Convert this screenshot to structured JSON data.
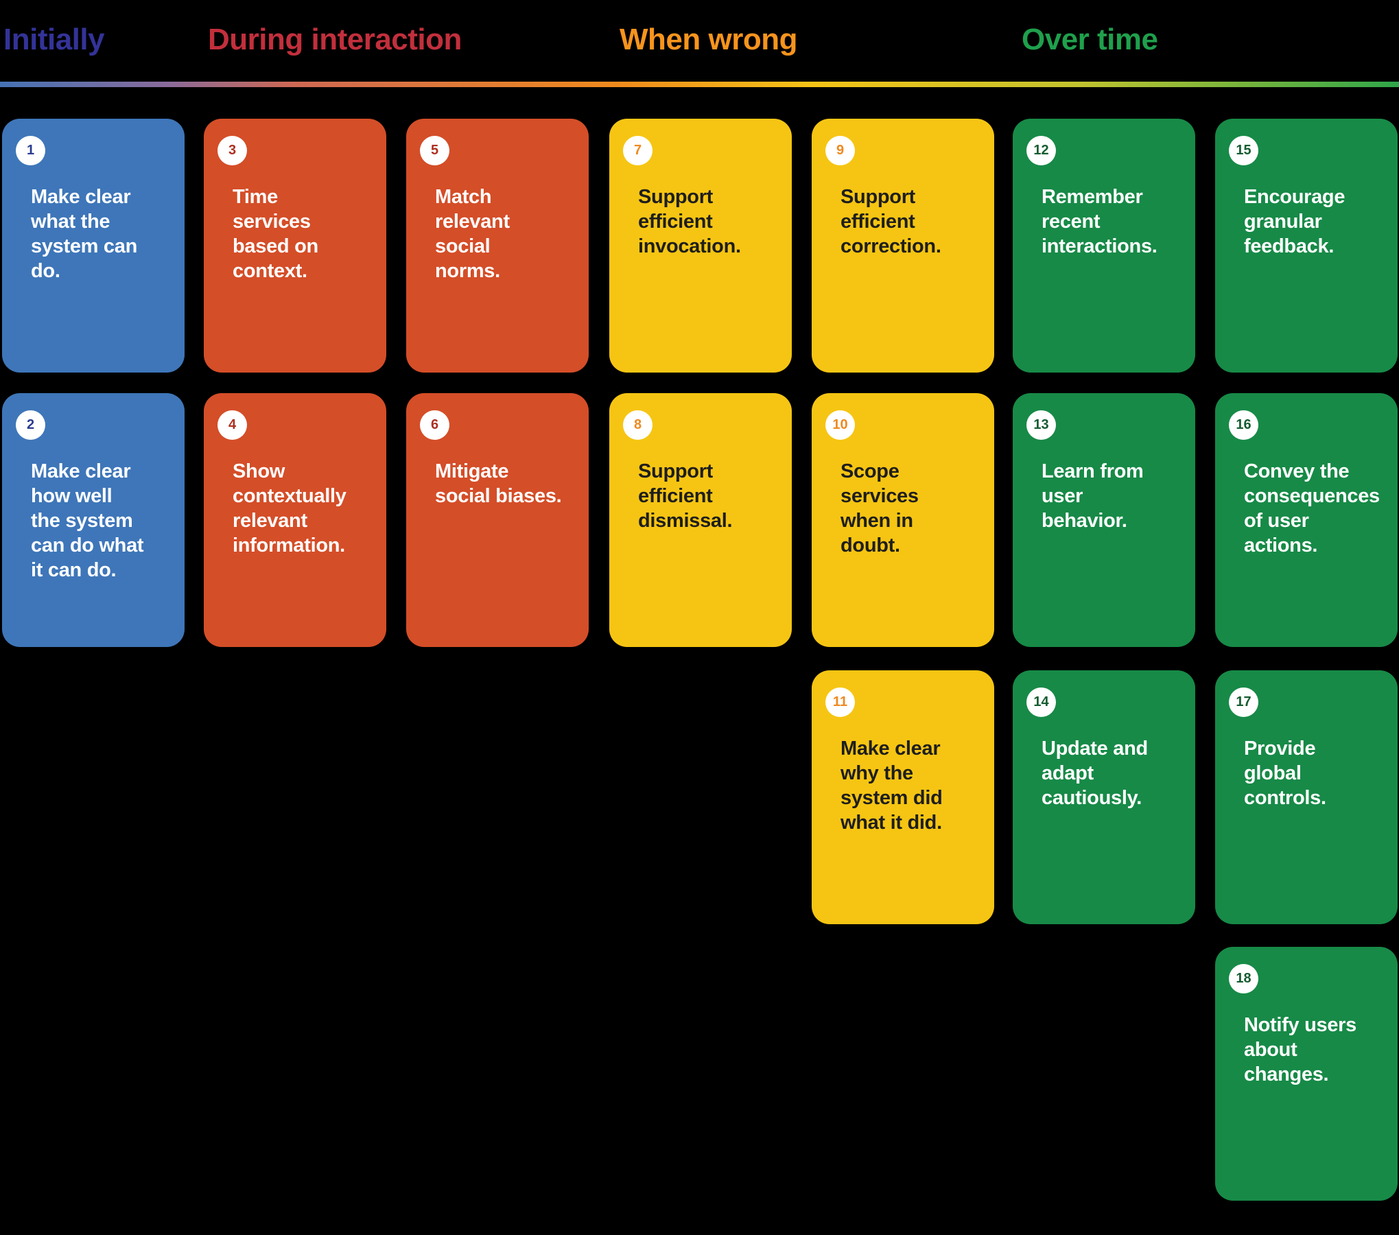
{
  "colors": {
    "background": "#000000",
    "card_blue": "#3E76B9",
    "card_red": "#D44E28",
    "card_yellow": "#F6C513",
    "card_green": "#178A47",
    "header_initially": "#333399",
    "header_during": "#C22F3C",
    "header_wrong": "#F7941D",
    "header_over": "#1FA04C",
    "badge_blue_text": "#2A3B8F",
    "badge_red_text": "#AC3022",
    "badge_yellow_text": "#EE8A21",
    "badge_green_text": "#155C30",
    "card_text_light": "#FFFFFF",
    "card_text_dark": "#1E1E1E",
    "gradient_stops": [
      "#4573B5 0%",
      "#8A6B9A 12%",
      "#CE6853 21%",
      "#EF8A1D 44%",
      "#F5C316 58%",
      "#C2C32E 77%",
      "#2FA64A 100%"
    ]
  },
  "headers": [
    {
      "label": "Initially"
    },
    {
      "label": "During interaction"
    },
    {
      "label": "When wrong"
    },
    {
      "label": "Over time"
    }
  ],
  "cards": [
    {
      "number": "1",
      "category": "Initially",
      "text": "Make clear\nwhat the\nsystem can\ndo."
    },
    {
      "number": "2",
      "category": "Initially",
      "text": "Make clear\nhow well\nthe system\ncan do what\nit can do."
    },
    {
      "number": "3",
      "category": "During interaction",
      "text": "Time\nservices\nbased on\ncontext."
    },
    {
      "number": "4",
      "category": "During interaction",
      "text": "Show\ncontextually\nrelevant\ninformation."
    },
    {
      "number": "5",
      "category": "During interaction",
      "text": "Match\nrelevant\nsocial\nnorms."
    },
    {
      "number": "6",
      "category": "During interaction",
      "text": "Mitigate\nsocial biases."
    },
    {
      "number": "7",
      "category": "When wrong",
      "text": "Support\nefficient\ninvocation."
    },
    {
      "number": "8",
      "category": "When wrong",
      "text": "Support\nefficient\ndismissal."
    },
    {
      "number": "9",
      "category": "When wrong",
      "text": "Support\nefficient\ncorrection."
    },
    {
      "number": "10",
      "category": "When wrong",
      "text": "Scope\nservices\nwhen in\ndoubt."
    },
    {
      "number": "11",
      "category": "When wrong",
      "text": "Make clear\nwhy the\nsystem did\nwhat it did."
    },
    {
      "number": "12",
      "category": "Over time",
      "text": "Remember\nrecent\ninteractions."
    },
    {
      "number": "13",
      "category": "Over time",
      "text": "Learn from\nuser\nbehavior."
    },
    {
      "number": "14",
      "category": "Over time",
      "text": "Update and\nadapt\ncautiously."
    },
    {
      "number": "15",
      "category": "Over time",
      "text": "Encourage\ngranular\nfeedback."
    },
    {
      "number": "16",
      "category": "Over time",
      "text": "Convey the\nconsequences\nof user\nactions."
    },
    {
      "number": "17",
      "category": "Over time",
      "text": "Provide\nglobal\ncontrols."
    },
    {
      "number": "18",
      "category": "Over time",
      "text": "Notify users\nabout\nchanges."
    }
  ]
}
